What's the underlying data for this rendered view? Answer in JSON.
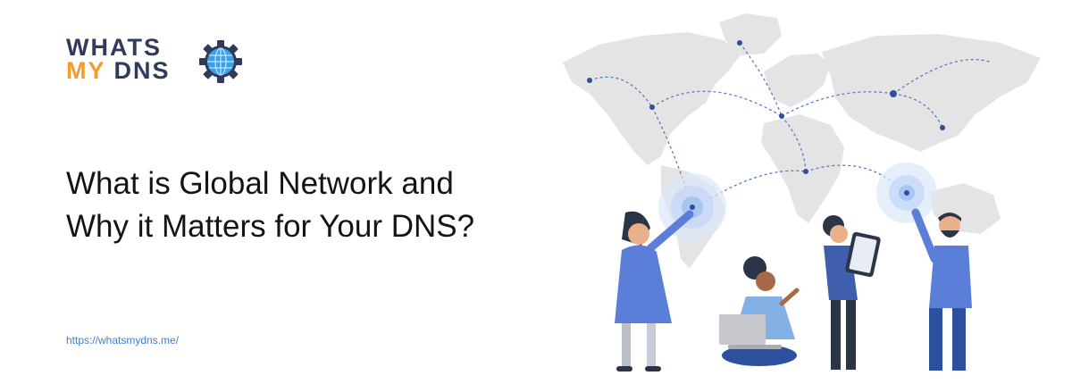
{
  "logo": {
    "line1": "WHATS",
    "line2_a": "MY ",
    "line2_b": "DNS"
  },
  "headline": {
    "line1": "What is Global Network and",
    "line2": "Why it Matters for Your DNS?"
  },
  "site_url": "https://whatsmydns.me/",
  "colors": {
    "brand_dark": "#2f3a5c",
    "brand_orange": "#f49a2e",
    "link_blue": "#3d7fd6",
    "map_gray": "#e3e3e3",
    "accent_blue": "#4b73c9"
  },
  "icons": [
    "globe-gear-icon"
  ]
}
